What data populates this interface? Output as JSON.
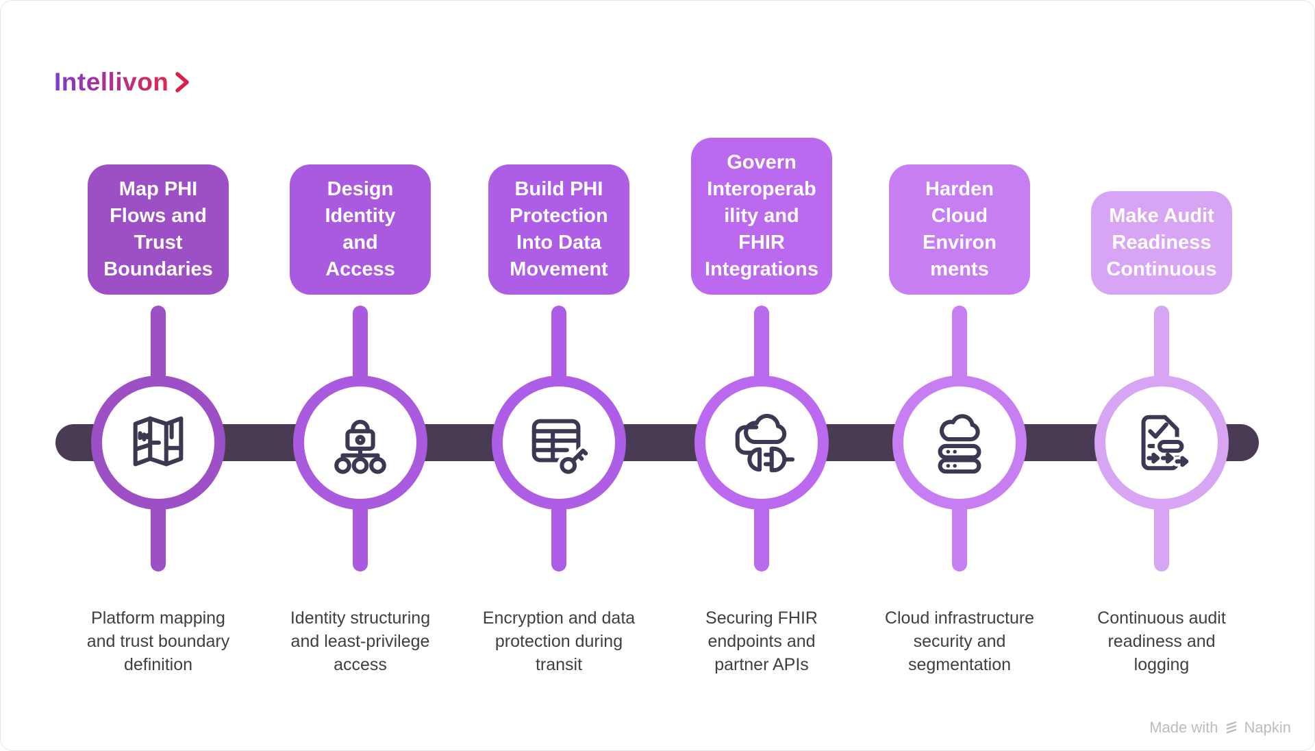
{
  "brand": {
    "logo_text": "Intellivon",
    "logo_gradient_start": "#7c3ad2",
    "logo_gradient_end": "#e0274e",
    "chevron_color": "#d62049"
  },
  "timeline": {
    "bar_color": "#4a3b55",
    "icon_stroke": "#3e3752",
    "steps": [
      {
        "label": "Map PHI\nFlows and\nTrust\nBoundaries",
        "description": "Platform mapping\nand trust boundary\ndefinition",
        "color": "#9d50c6",
        "icon": "map-icon"
      },
      {
        "label": "Design\nIdentity\nand\nAccess",
        "description": "Identity structuring\nand least-privilege\naccess",
        "color": "#aa5adf",
        "icon": "lock-hierarchy-icon"
      },
      {
        "label": "Build PHI\nProtection\nInto Data\nMovement",
        "description": "Encryption and data\nprotection during\ntransit",
        "color": "#ad5de6",
        "icon": "table-key-icon"
      },
      {
        "label": "Govern\nInteroperab\nility and\nFHIR\nIntegrations",
        "description": "Securing FHIR\nendpoints and\npartner APIs",
        "color": "#bb6af0",
        "icon": "cloud-plug-icon"
      },
      {
        "label": "Harden\nCloud\nEnviron\nments",
        "description": "Cloud infrastructure\nsecurity and\nsegmentation",
        "color": "#c77ef2",
        "icon": "cloud-server-icon"
      },
      {
        "label": "Make Audit\nReadiness\nContinuous",
        "description": "Continuous audit\nreadiness and\nlogging",
        "color": "#d7a5f4",
        "icon": "audit-doc-icon"
      }
    ]
  },
  "footer": {
    "made_with": "Made with",
    "napkin": "Napkin"
  }
}
